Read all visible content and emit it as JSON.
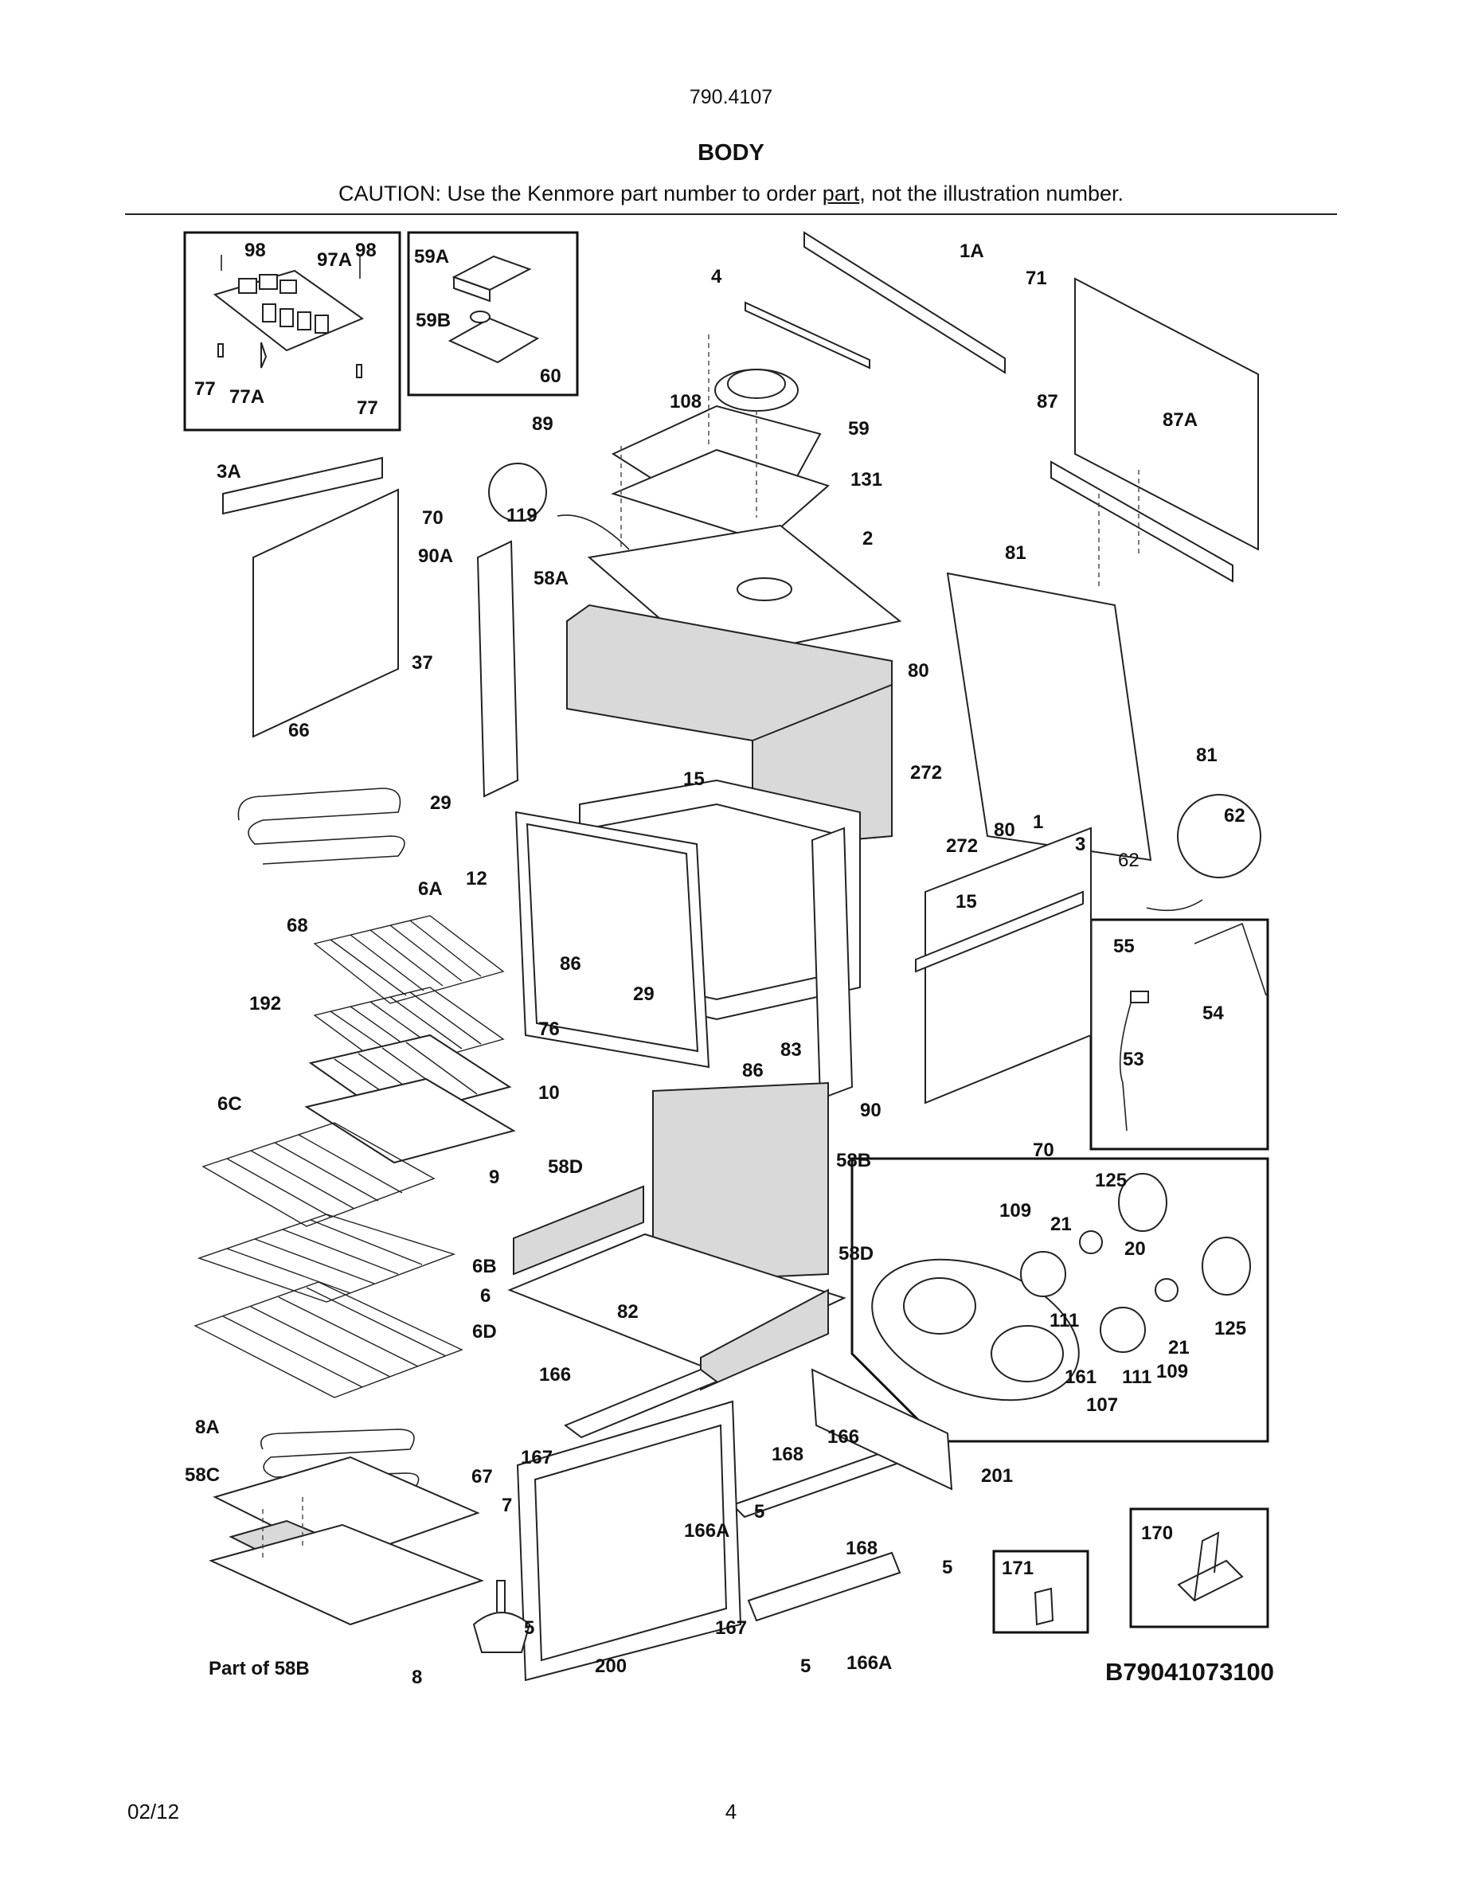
{
  "header": {
    "model": "790.4107",
    "title": "BODY",
    "caution_pre": "CAUTION: Use the Kenmore part number to order ",
    "caution_link": "part",
    "caution_post": ", not the illustration number."
  },
  "diagram": {
    "code": "B79041073100",
    "labels": {
      "p98a": "98",
      "p97A": "97A",
      "p98b": "98",
      "p77a": "77",
      "p77A": "77A",
      "p77b": "77",
      "p59A": "59A",
      "p59B": "59B",
      "p60": "60",
      "p4": "4",
      "p1A": "1A",
      "p71": "71",
      "p108": "108",
      "p89": "89",
      "p59": "59",
      "p87": "87",
      "p87A": "87A",
      "p3A": "3A",
      "p131": "131",
      "p119": "119",
      "p70a": "70",
      "p90A": "90A",
      "p58A": "58A",
      "p2": "2",
      "p81a": "81",
      "p37": "37",
      "p66": "66",
      "p80a": "80",
      "p15a": "15",
      "p272a": "272",
      "p81b": "81",
      "p29a": "29",
      "p12": "12",
      "p62a": "62",
      "p80b": "80",
      "p1": "1",
      "p272b": "272",
      "p3": "3",
      "p62b": "62",
      "p6A": "6A",
      "p68": "68",
      "p15b": "15",
      "p55": "55",
      "p54": "54",
      "p86a": "86",
      "p29b": "29",
      "p192": "192",
      "p76": "76",
      "p83": "83",
      "p53": "53",
      "p86b": "86",
      "p10": "10",
      "p90": "90",
      "p70b": "70",
      "p6C": "6C",
      "p9": "9",
      "p58D": "58D",
      "p58B": "58B",
      "p125a": "125",
      "p109a": "109",
      "p21a": "21",
      "p20": "20",
      "p58Db": "58D",
      "p6B": "6B",
      "p6": "6",
      "p82": "82",
      "p111a": "111",
      "p125b": "125",
      "p6D": "6D",
      "p21b": "21",
      "p166a": "166",
      "p161": "161",
      "p111b": "111",
      "p109b": "109",
      "p107": "107",
      "p8A": "8A",
      "p168a": "168",
      "p166b": "166",
      "p167a": "167",
      "p201": "201",
      "p58C": "58C",
      "p67": "67",
      "p5a": "5",
      "p7": "7",
      "p166Aa": "166A",
      "p168b": "168",
      "p170": "170",
      "p5b": "5",
      "p171": "171",
      "p167b": "167",
      "p5c": "5",
      "pPart58B": "Part of 58B",
      "p8": "8",
      "p200": "200",
      "p5d": "5",
      "p166Ab": "166A"
    }
  },
  "footer": {
    "date": "02/12",
    "page": "4"
  }
}
